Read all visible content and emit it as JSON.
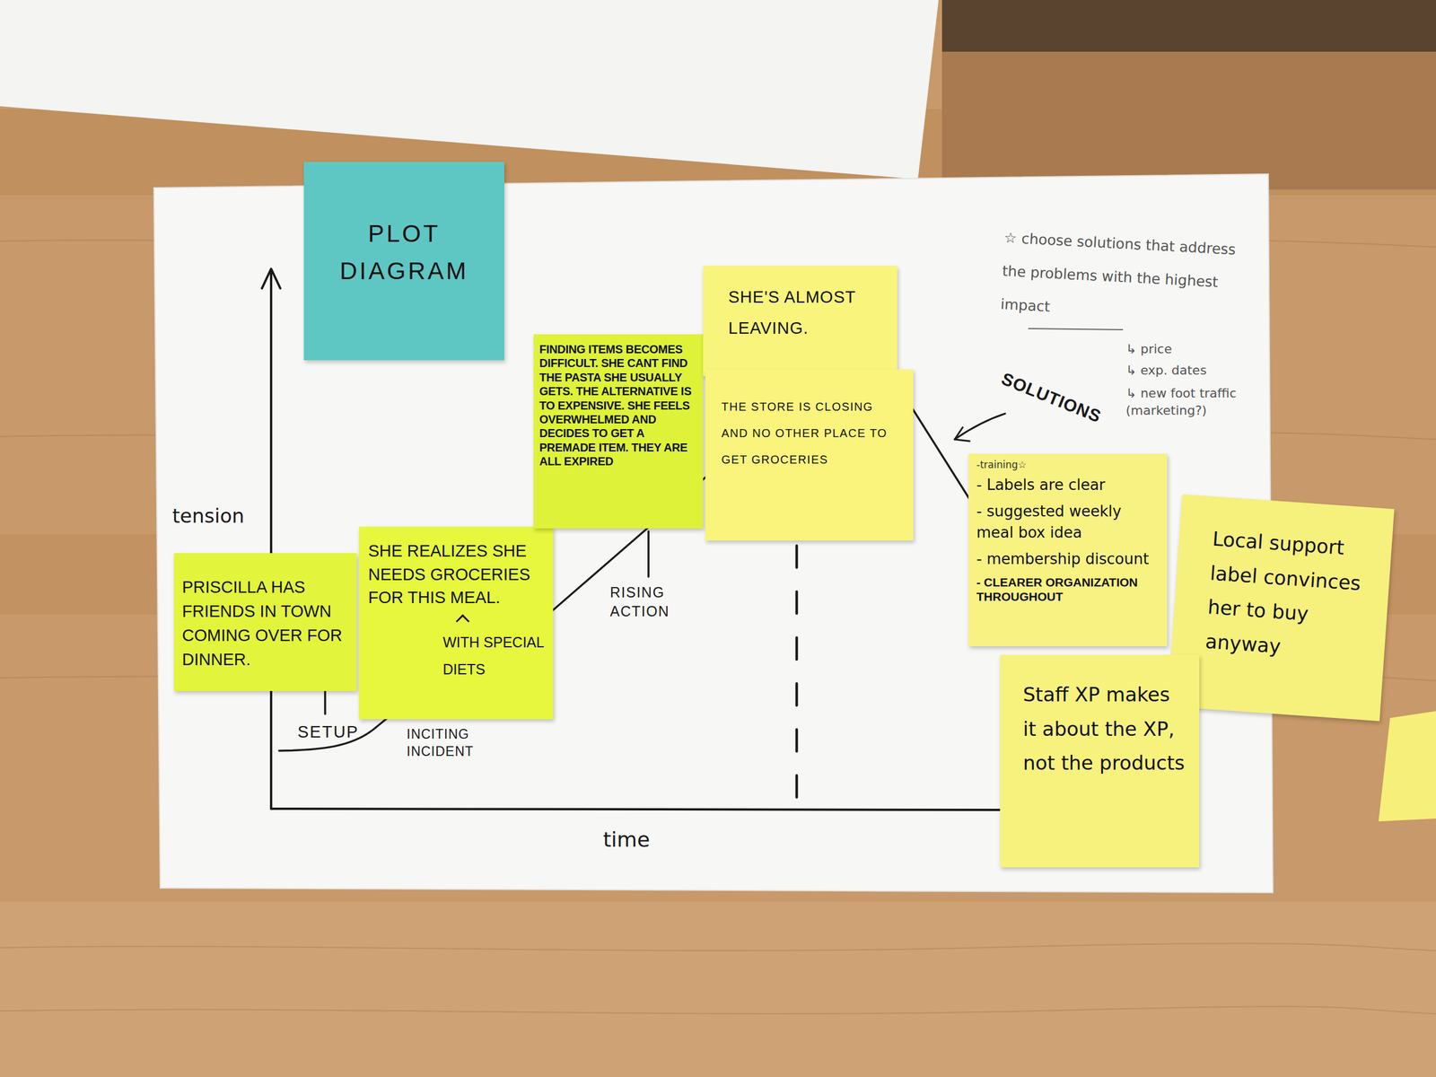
{
  "diagram": {
    "title": "PLOT DIAGRAM",
    "nodes": [
      {
        "text": [
          "PRISCILLA HAS FRIENDS IN TOWN COMING OVER FOR DINNER."
        ]
      },
      {
        "text": [
          "SHE REALIZES SHE NEEDS GROCERIES FOR THIS MEAL.",
          "WITH SPECIAL DIETS"
        ]
      },
      {
        "text": [
          "FINDING ITEMS BECOMES DIFFICULT. SHE CANT FIND THE PASTA SHE USUALLY GETS. THE ALTERNATIVE IS TO EXPENSIVE. SHE FEELS OVERWHELMED AND DECIDES TO GET A PREMADE ITEM. THEY ARE ALL EXPIRED"
        ]
      },
      {
        "text": [
          "SHE'S ALMOST LEAVING."
        ]
      },
      {
        "text": [
          "THE STORE IS CLOSING AND NO OTHER PLACE TO GET GROCERIES"
        ]
      },
      {
        "text": [
          "-training☆",
          "- Labels are clear",
          "- suggested weekly meal box idea",
          "- membership discount",
          "- CLEARER ORGANIZATION THROUGHOUT"
        ]
      },
      {
        "text": [
          "Local support label convinces her to buy anyway"
        ]
      },
      {
        "text": [
          "Staff XP makes it about the XP, not the products"
        ]
      }
    ],
    "labels": [
      "tension",
      "SETUP",
      "INCITING INCIDENT",
      "RISING ACTION",
      "time",
      "☆ choose solutions that address the problems with the highest impact",
      "↳ price",
      "↳ exp. dates",
      "↳ new foot traffic (marketing?)",
      "SOLUTIONS"
    ]
  }
}
